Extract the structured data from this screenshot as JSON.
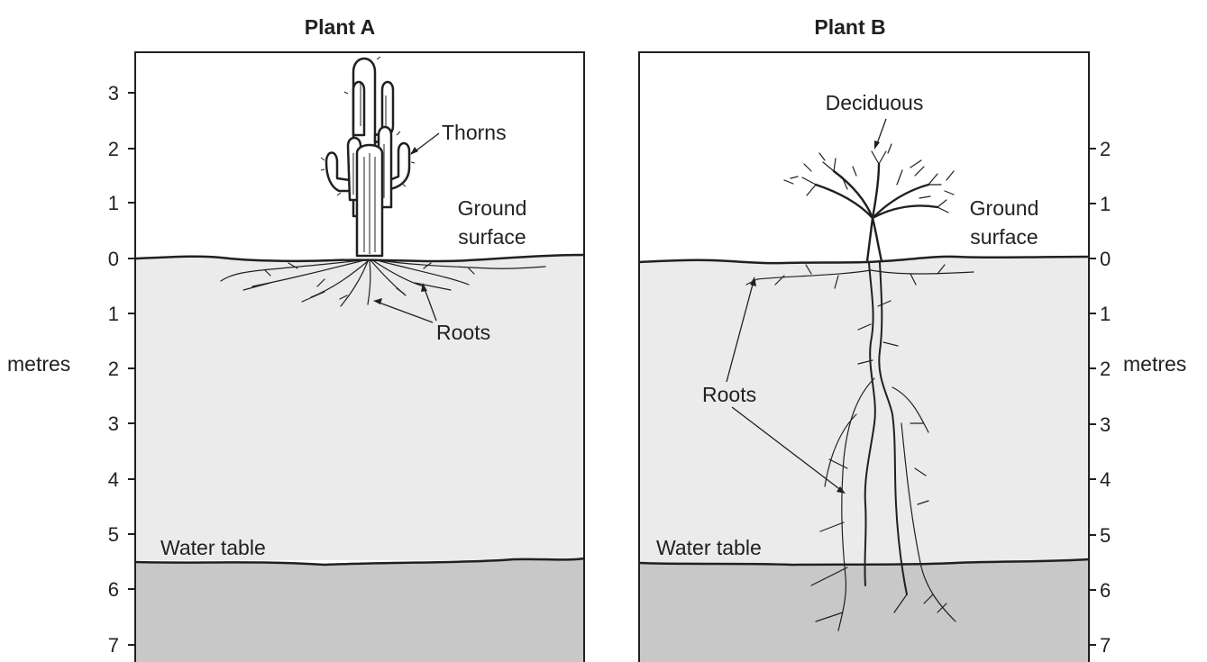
{
  "panels": {
    "a": {
      "title": "Plant A",
      "labels": {
        "thorns": "Thorns",
        "ground_line1": "Ground",
        "ground_line2": "surface",
        "roots": "Roots",
        "water_table": "Water table"
      },
      "axis_ticks": [
        "3",
        "2",
        "1",
        "0",
        "1",
        "2",
        "3",
        "4",
        "5",
        "6",
        "7"
      ]
    },
    "b": {
      "title": "Plant B",
      "labels": {
        "deciduous": "Deciduous",
        "ground_line1": "Ground",
        "ground_line2": "surface",
        "roots": "Roots",
        "water_table": "Water table"
      },
      "axis_ticks": [
        "2",
        "1",
        "0",
        "1",
        "2",
        "3",
        "4",
        "5",
        "6",
        "7"
      ]
    }
  },
  "axis_unit_left": "metres",
  "axis_unit_right": "metres",
  "colors": {
    "ground": "#ebebeb",
    "water_zone": "#c8c8c8",
    "ink": "#231f20"
  }
}
